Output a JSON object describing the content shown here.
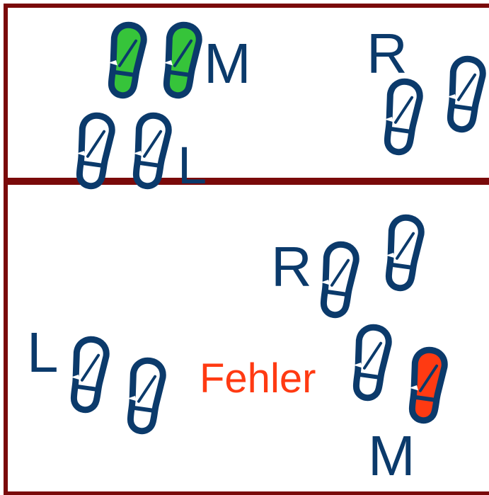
{
  "colors": {
    "frame": "#7a0a0a",
    "outline": "#0b3a6b",
    "correct": "#36c43a",
    "error": "#ff3a12",
    "label": "#0b3a6b"
  },
  "top": {
    "labels": {
      "m": "M",
      "l": "L",
      "r": "R"
    },
    "footprint_states": [
      "correct",
      "correct",
      "neutral",
      "neutral",
      "neutral",
      "neutral"
    ]
  },
  "bottom": {
    "labels": {
      "r": "R",
      "l": "L",
      "m": "M",
      "error": "Fehler"
    },
    "footprint_states": [
      "neutral",
      "neutral",
      "neutral",
      "neutral",
      "neutral",
      "error"
    ]
  }
}
